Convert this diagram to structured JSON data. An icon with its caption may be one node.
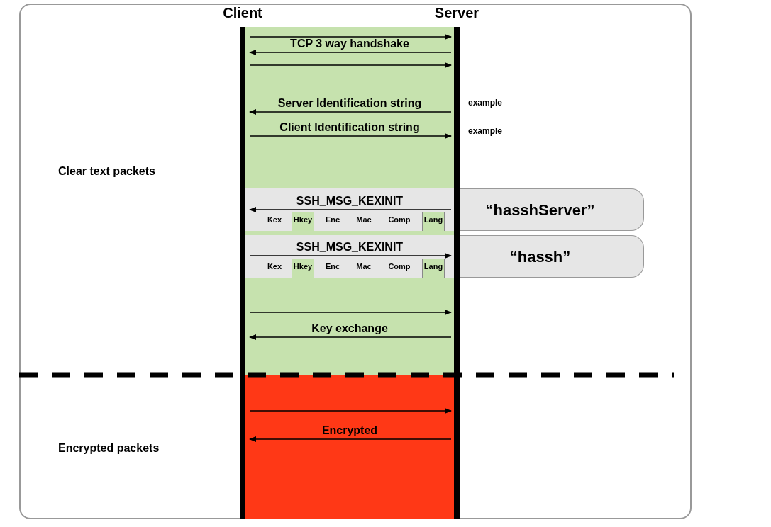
{
  "diagram": {
    "nodes": [
      {
        "text": [
          "Client"
        ]
      },
      {
        "text": [
          "Server"
        ]
      },
      {
        "text": [
          "“hasshServer”"
        ]
      },
      {
        "text": [
          "“hassh”"
        ]
      }
    ],
    "edges": [
      {
        "from": 0,
        "to": 1,
        "arrow": "to"
      },
      {
        "from": 1,
        "to": 0,
        "arrow": "to",
        "label": "TCP 3 way handshake"
      },
      {
        "from": 0,
        "to": 1,
        "arrow": "to"
      },
      {
        "from": 1,
        "to": 0,
        "arrow": "to",
        "label": "Server Identification string"
      },
      {
        "from": 0,
        "to": 1,
        "arrow": "to",
        "label": "Client Identification string"
      },
      {
        "from": 1,
        "to": 0,
        "arrow": "to",
        "label": "SSH_MSG_KEXINIT"
      },
      {
        "from": 0,
        "to": 1,
        "arrow": "to",
        "label": "SSH_MSG_KEXINIT"
      },
      {
        "from": 0,
        "to": 1,
        "arrow": "to"
      },
      {
        "from": 1,
        "to": 0,
        "arrow": "to",
        "label": "Key exchange"
      },
      {
        "from": 0,
        "to": 1,
        "arrow": "to"
      },
      {
        "from": 1,
        "to": 0,
        "arrow": "to",
        "label": "Encrypted"
      }
    ],
    "labels": [
      "example",
      "example",
      "Clear text packets",
      "Kex",
      "Hkey",
      "Enc",
      "Mac",
      "Comp",
      "Lang",
      "Kex",
      "Hkey",
      "Enc",
      "Mac",
      "Comp",
      "Lang",
      "Encrypted packets"
    ]
  }
}
